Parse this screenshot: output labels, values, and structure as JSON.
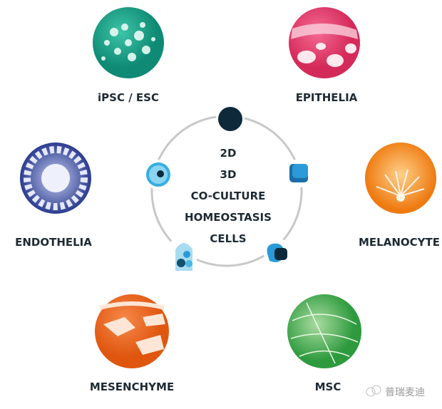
{
  "cell_types": [
    {
      "label": "iPSC / ESC",
      "color": "#1aa88f"
    },
    {
      "label": "EPITHELIA",
      "color": "#e8406e"
    },
    {
      "label": "ENDOTHELIA",
      "color": "#3b4b9e"
    },
    {
      "label": "MELANOCYTE",
      "color": "#f28a1c"
    },
    {
      "label": "MESENCHYME",
      "color": "#ee6a1e"
    },
    {
      "label": "MSC",
      "color": "#3aa84a"
    }
  ],
  "center": {
    "lines": [
      "2D",
      "3D",
      "CO-CULTURE",
      "HOMEOSTASIS",
      "CELLS"
    ],
    "ring_color": "#c8c8c8",
    "icons": [
      "dark-sphere-icon",
      "cube-icon",
      "blob-icon",
      "dome-cells-icon",
      "single-cell-icon"
    ]
  },
  "watermark": "普瑞麦迪"
}
